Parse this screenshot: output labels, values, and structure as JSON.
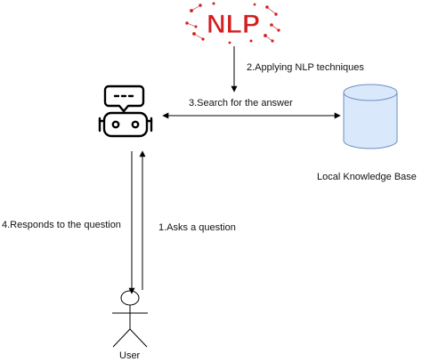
{
  "logo": {
    "text": "NLP",
    "color": "#d21f1f"
  },
  "steps": {
    "step1": "1.Asks a question",
    "step2": "2.Applying NLP techniques",
    "step3": "3.Search for the answer",
    "step4": "4.Responds to the question"
  },
  "nodes": {
    "knowledge_base": "Local Knowledge Base",
    "user": "User",
    "chatbot_icon": "robot-icon",
    "database_icon": "database-cylinder-icon",
    "user_icon": "stick-figure-icon"
  },
  "colors": {
    "line": "#000000",
    "database_fill": "#dae8fc",
    "database_stroke": "#6c8ebf"
  }
}
